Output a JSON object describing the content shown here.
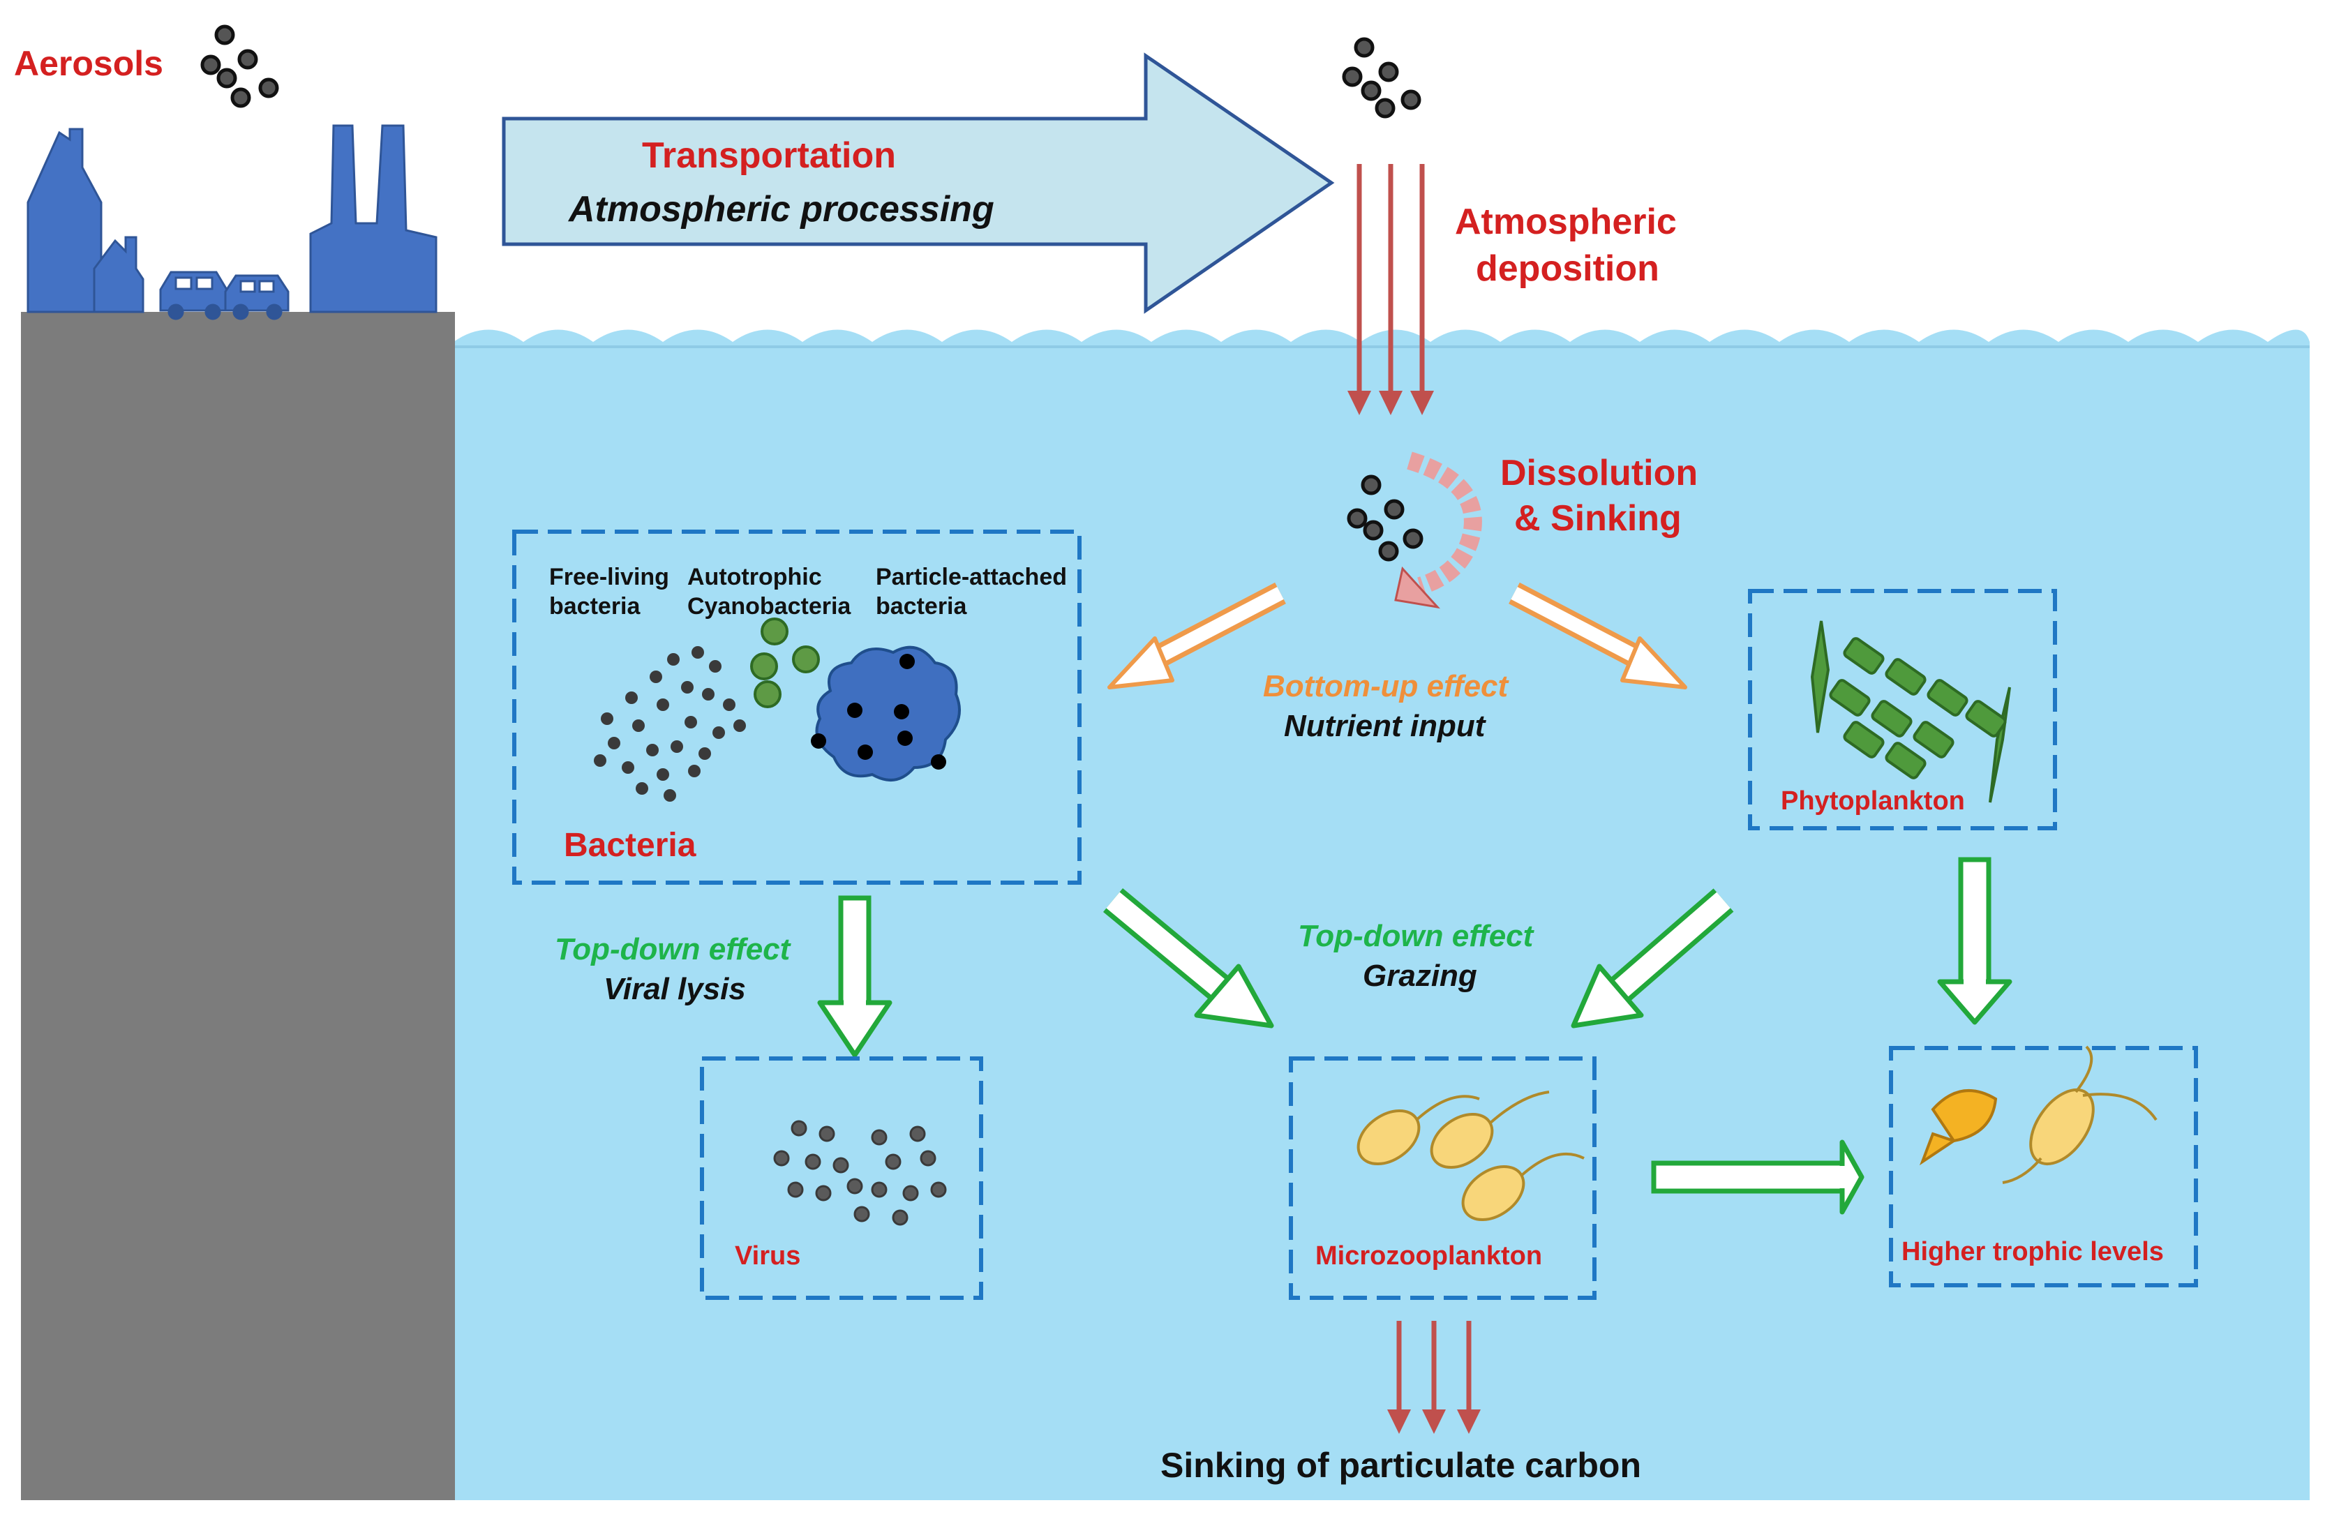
{
  "colors": {
    "land": "#7c7c7c",
    "ocean": "#a5def5",
    "building": "#4472c4",
    "label_red": "#d42020",
    "label_green": "#1eb44a",
    "label_orange": "#ef8f3a",
    "box_border": "#1f77c4",
    "arrow_green": "#22a83a",
    "arrow_orange": "#ef9a4a",
    "deposition_arrow": "#c0504d"
  },
  "source": {
    "aerosols": "Aerosols"
  },
  "transport": {
    "title": "Transportation",
    "subtitle": "Atmospheric processing"
  },
  "deposition": {
    "line1": "Atmospheric",
    "line2": "deposition"
  },
  "dissolution": {
    "line1": "Dissolution",
    "line2": "& Sinking"
  },
  "bottom_up": {
    "title": "Bottom-up effect",
    "subtitle": "Nutrient input"
  },
  "bacteria": {
    "title": "Bacteria",
    "free_living": [
      "Free-living",
      "bacteria"
    ],
    "autotrophic": [
      "Autotrophic",
      "Cyanobacteria"
    ],
    "particle_attached": [
      "Particle-attached",
      "bacteria"
    ]
  },
  "phytoplankton": {
    "title": "Phytoplankton"
  },
  "top_down_viral": {
    "title": "Top-down effect",
    "subtitle": "Viral lysis"
  },
  "top_down_grazing": {
    "title": "Top-down effect",
    "subtitle": "Grazing"
  },
  "virus": {
    "title": "Virus"
  },
  "microzooplankton": {
    "title": "Microzooplankton"
  },
  "higher": {
    "title": "Higher trophic levels"
  },
  "sinking": {
    "label": "Sinking of particulate carbon"
  }
}
